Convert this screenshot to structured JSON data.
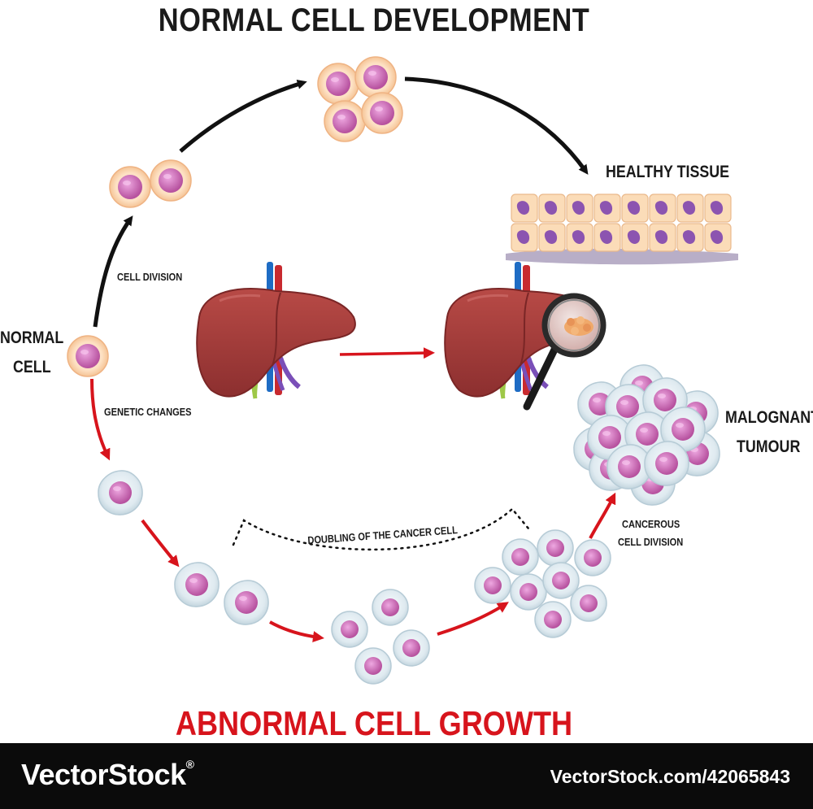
{
  "title": "NORMAL CELL DEVELOPMENT",
  "bottom_title": "ABNORMAL CELL GROWTH",
  "labels": {
    "normal_cell_line1": "NORMAL",
    "normal_cell_line2": "CELL",
    "cell_division": "CELL DIVISION",
    "healthy_tissue": "HEALTHY TISSUE",
    "genetic_changes": "GENETIC CHANGES",
    "doubling": "DOUBLING OF THE CANCER CELL",
    "cancerous_line1": "CANCEROUS",
    "cancerous_line2": "CELL DIVISION",
    "malignant_line1": "MALOGNANT",
    "malignant_line2": "TUMOUR"
  },
  "footer": {
    "brand": "VectorStock",
    "brand_mark": "®",
    "id_text": "VectorStock.com/42065843"
  },
  "colors": {
    "normal_arrow": "#111111",
    "abnormal_arrow": "#d7141c",
    "normal_cell_fill": "#fbd9b6",
    "normal_cell_edge": "#f0b98a",
    "nucleus": "#c85fb6",
    "cancer_cell_fill": "#dbe9ef",
    "liver": "#a8403f",
    "footer_bg": "#0b0b0b"
  }
}
